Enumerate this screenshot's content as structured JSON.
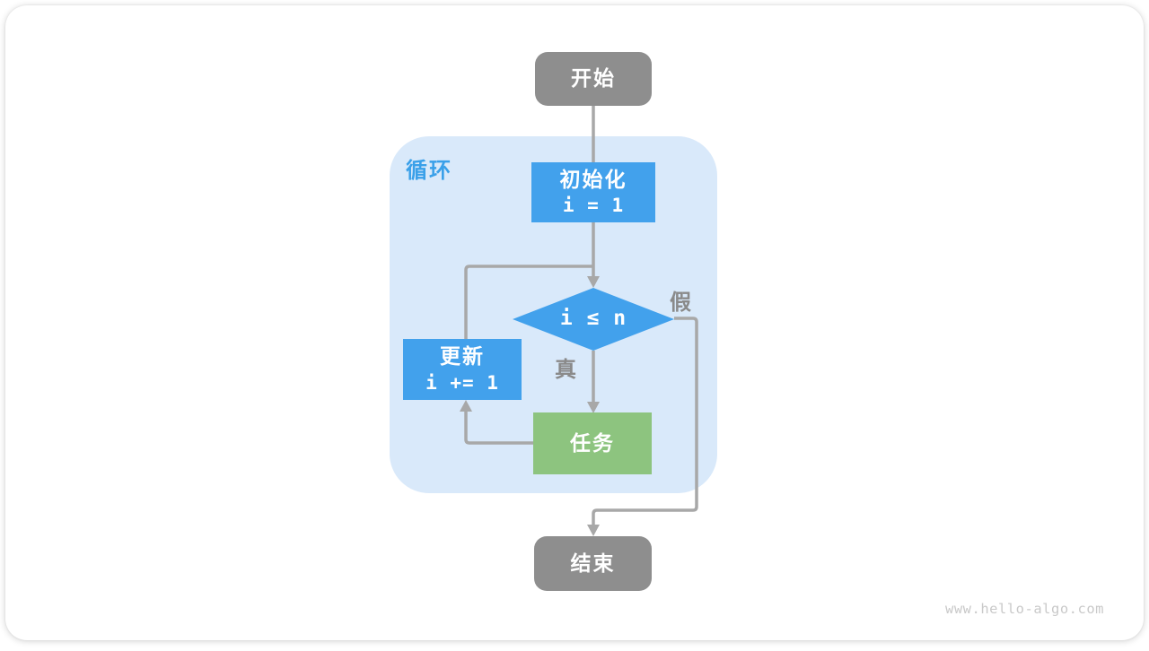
{
  "watermark": "www.hello-algo.com",
  "flowchart": {
    "loop_label": "循环",
    "true_label": "真",
    "false_label": "假",
    "nodes": {
      "start": "开始",
      "init_title": "初始化",
      "init_code": "i = 1",
      "condition": "i ≤ n",
      "update_title": "更新",
      "update_code": "i += 1",
      "task": "任务",
      "end": "结束"
    },
    "colors": {
      "node-blue": "#42a1ec",
      "node-green": "#8dc47f",
      "node-gray": "#8e8e8e",
      "container-blue": "#d9e9fa",
      "line-gray": "#a8a8a8",
      "label-gray": "#8a8a8a",
      "loop-text-blue": "#3aa0e9",
      "watermark-gray": "#c9c9c9"
    }
  }
}
